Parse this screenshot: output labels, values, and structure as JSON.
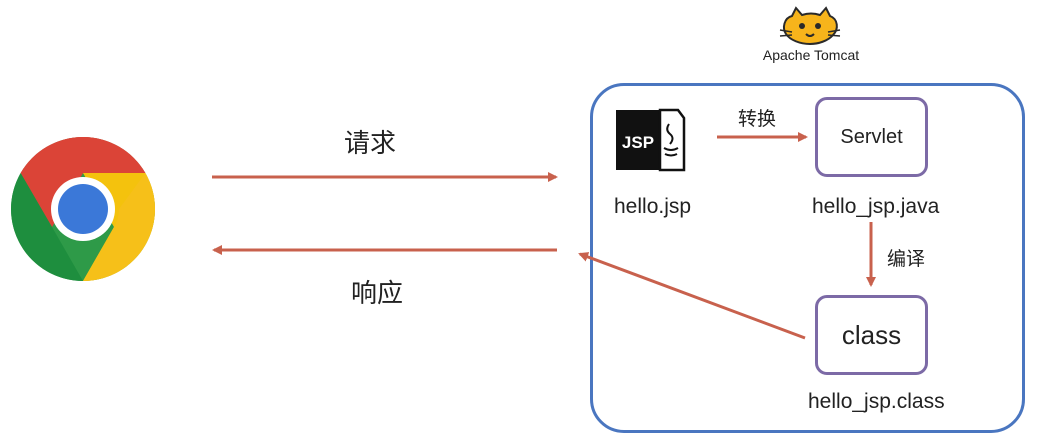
{
  "browser": {
    "icon": "chrome-browser-icon"
  },
  "arrows": {
    "request_label": "请求",
    "response_label": "响应",
    "convert_label": "转换",
    "compile_label": "编译"
  },
  "server": {
    "name": "Apache Tomcat",
    "jsp_icon_text": "JSP",
    "jsp_file": "hello.jsp",
    "servlet_label": "Servlet",
    "java_file": "hello_jsp.java",
    "class_label": "class",
    "class_file": "hello_jsp.class"
  },
  "colors": {
    "arrow": "#c8614d",
    "server_border": "#4a76c0",
    "node_border": "#7c6aa6"
  }
}
